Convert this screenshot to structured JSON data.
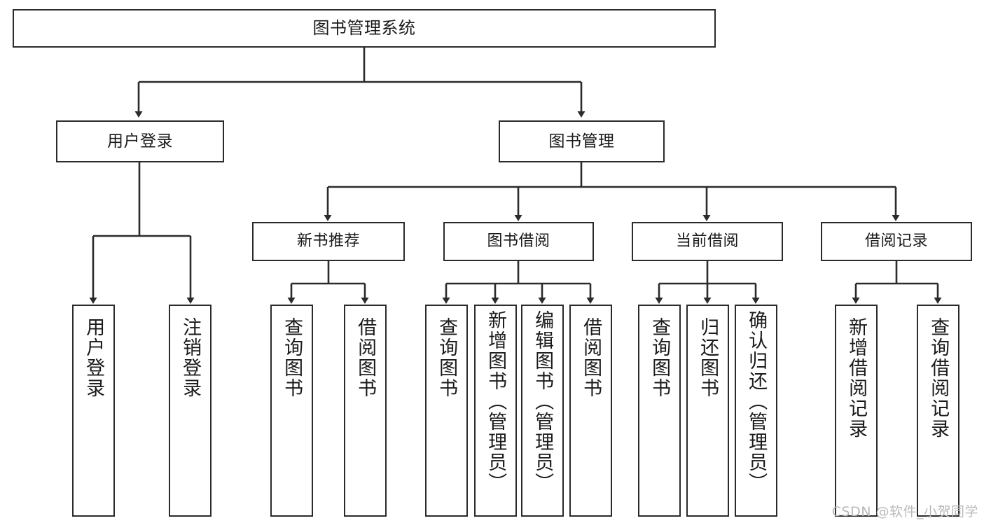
{
  "diagram": {
    "title": "图书管理系统",
    "type": "tree-hierarchy-diagram",
    "colors": {
      "box_border": "#2b2b2b",
      "box_fill": "#ffffff",
      "connector": "#2b2b2b",
      "text": "#1a1a1a",
      "watermark": "#b9b9b9"
    }
  },
  "root": {
    "label": "图书管理系统"
  },
  "level2": [
    {
      "id": "user-login",
      "label": "用户登录"
    },
    {
      "id": "book-management",
      "label": "图书管理"
    }
  ],
  "level3": [
    {
      "id": "new-book-recommend",
      "label": "新书推荐"
    },
    {
      "id": "book-borrow",
      "label": "图书借阅"
    },
    {
      "id": "current-borrow",
      "label": "当前借阅"
    },
    {
      "id": "borrow-record",
      "label": "借阅记录"
    }
  ],
  "leaves": {
    "user_login": [
      {
        "id": "leaf-user-login",
        "label": "用户登录"
      },
      {
        "id": "leaf-logout-login",
        "label": "注销登录"
      }
    ],
    "new_book_recommend": [
      {
        "id": "leaf-query-book-1",
        "label": "查询图书"
      },
      {
        "id": "leaf-borrow-book-1",
        "label": "借阅图书"
      }
    ],
    "book_borrow": [
      {
        "id": "leaf-query-book-2",
        "label": "查询图书"
      },
      {
        "id": "leaf-add-book",
        "label": "新增图书（管理员）"
      },
      {
        "id": "leaf-edit-book",
        "label": "编辑图书（管理员）"
      },
      {
        "id": "leaf-borrow-book-2",
        "label": "借阅图书"
      }
    ],
    "current_borrow": [
      {
        "id": "leaf-query-book-3",
        "label": "查询图书"
      },
      {
        "id": "leaf-return-book",
        "label": "归还图书"
      },
      {
        "id": "leaf-confirm-return",
        "label": "确认归还（管理员）"
      }
    ],
    "borrow_record": [
      {
        "id": "leaf-add-borrow-record",
        "label": "新增借阅记录"
      },
      {
        "id": "leaf-query-borrow-record",
        "label": "查询借阅记录"
      }
    ]
  },
  "watermark": {
    "text": "CSDN @软件_小贺同学"
  }
}
